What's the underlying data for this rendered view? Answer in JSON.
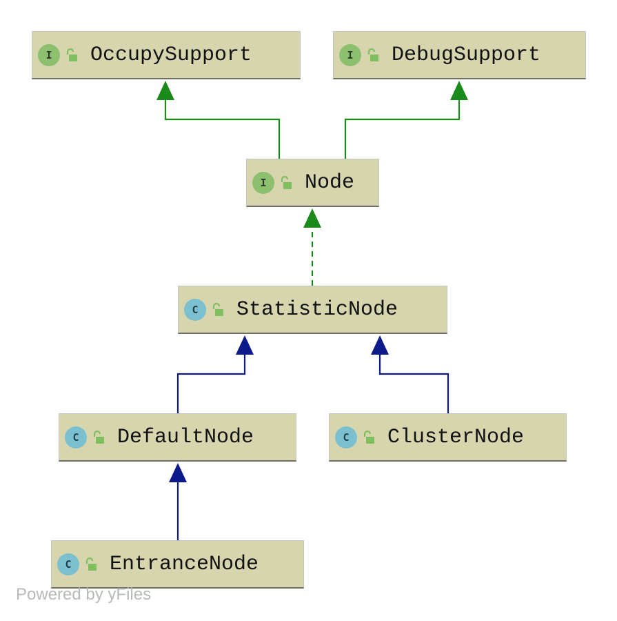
{
  "nodes": [
    {
      "id": "occupy",
      "kind": "interface",
      "badge": "I",
      "name": "OccupySupport"
    },
    {
      "id": "debug",
      "kind": "interface",
      "badge": "I",
      "name": "DebugSupport"
    },
    {
      "id": "node",
      "kind": "interface",
      "badge": "I",
      "name": "Node"
    },
    {
      "id": "statistic",
      "kind": "class",
      "badge": "C",
      "name": "StatisticNode"
    },
    {
      "id": "default",
      "kind": "class",
      "badge": "C",
      "name": "DefaultNode"
    },
    {
      "id": "cluster",
      "kind": "class",
      "badge": "C",
      "name": "ClusterNode"
    },
    {
      "id": "entrance",
      "kind": "class",
      "badge": "C",
      "name": "EntranceNode"
    }
  ],
  "edges": [
    {
      "from": "node",
      "to": "occupy",
      "relation": "extends",
      "style": "solid",
      "color": "#1a8a1a"
    },
    {
      "from": "node",
      "to": "debug",
      "relation": "extends",
      "style": "solid",
      "color": "#1a8a1a"
    },
    {
      "from": "statistic",
      "to": "node",
      "relation": "implements",
      "style": "dashed",
      "color": "#1a8a1a"
    },
    {
      "from": "default",
      "to": "statistic",
      "relation": "extends",
      "style": "solid",
      "color": "#0c1a8a"
    },
    {
      "from": "cluster",
      "to": "statistic",
      "relation": "extends",
      "style": "solid",
      "color": "#0c1a8a"
    },
    {
      "from": "entrance",
      "to": "default",
      "relation": "extends",
      "style": "solid",
      "color": "#0c1a8a"
    }
  ],
  "colors": {
    "node_fill": "#d6d5ad",
    "interface_badge": "#8cbf6e",
    "class_badge": "#7cc0cf",
    "lock_icon": "#7fbf5f"
  },
  "icons": {
    "interface_badge": "interface-icon",
    "class_badge": "class-icon",
    "visibility": "unlocked-padlock-icon"
  },
  "footer": "Powered by yFiles"
}
